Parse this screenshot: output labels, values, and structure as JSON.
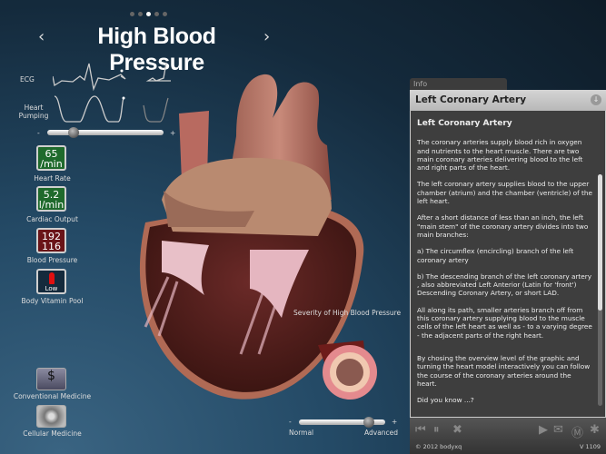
{
  "header": {
    "title": "High Blood Pressure",
    "page_count": 5,
    "current_page": 3,
    "prev_icon": "chevron-left-icon",
    "next_icon": "chevron-right-icon"
  },
  "graphs": {
    "ecg_label": "ECG",
    "pumping_label": "Heart Pumping",
    "slider_minus": "-",
    "slider_plus": "+",
    "pumping_level": 0.2
  },
  "vitals": [
    {
      "line1": "65",
      "line2": "/min",
      "label": "Heart Rate",
      "color": "#1f6a2c"
    },
    {
      "line1": "5.2",
      "line2": "l/min",
      "label": "Cardiac Output",
      "color": "#1f6a2c"
    },
    {
      "line1": "192",
      "line2": "116",
      "label": "Blood Pressure",
      "color": "#6a1418"
    },
    {
      "line1": "Low",
      "label": "Body Vitamin Pool"
    }
  ],
  "medicine": [
    {
      "label": "Conventional Medicine",
      "icon": "caduceus-icon"
    },
    {
      "label": "Cellular Medicine",
      "icon": "cells-icon"
    }
  ],
  "severity": {
    "label": "Severity of High Blood Pressure",
    "minus": "-",
    "plus": "+",
    "min_label": "Normal",
    "max_label": "Advanced",
    "level": 0.85
  },
  "info": {
    "tab": "Info",
    "header": "Left Coronary Artery",
    "heading": "Left Coronary Artery",
    "paragraphs": [
      "The coronary arteries supply blood rich in oxygen and nutrients to the heart muscle. There are two main coronary arteries delivering blood to the left and right parts of the heart.",
      "The left coronary artery supplies blood to the upper chamber (atrium) and the chamber (ventricle) of the left heart.",
      "After a short distance of less than an inch, the left \"main stem\" of the coronary artery divides into two main branches:",
      "a) The circumflex (encircling) branch of the left coronary artery",
      "b) The descending branch of the left coronary artery , also abbreviated Left Anterior (Latin for 'front') Descending Coronary Artery, or short LAD.",
      "All along its path, smaller arteries branch off from this coronary artery supplying blood to the muscle cells of the left heart as well as - to a varying degree - the adjacent parts of the right heart.",
      "By chosing the overview level of the graphic and turning the heart model interactively you can follow the course of the coronary arteries around the heart.",
      "Did you know ...?"
    ],
    "copyright": "© 2012 bodyxq",
    "version": "V 1109"
  }
}
